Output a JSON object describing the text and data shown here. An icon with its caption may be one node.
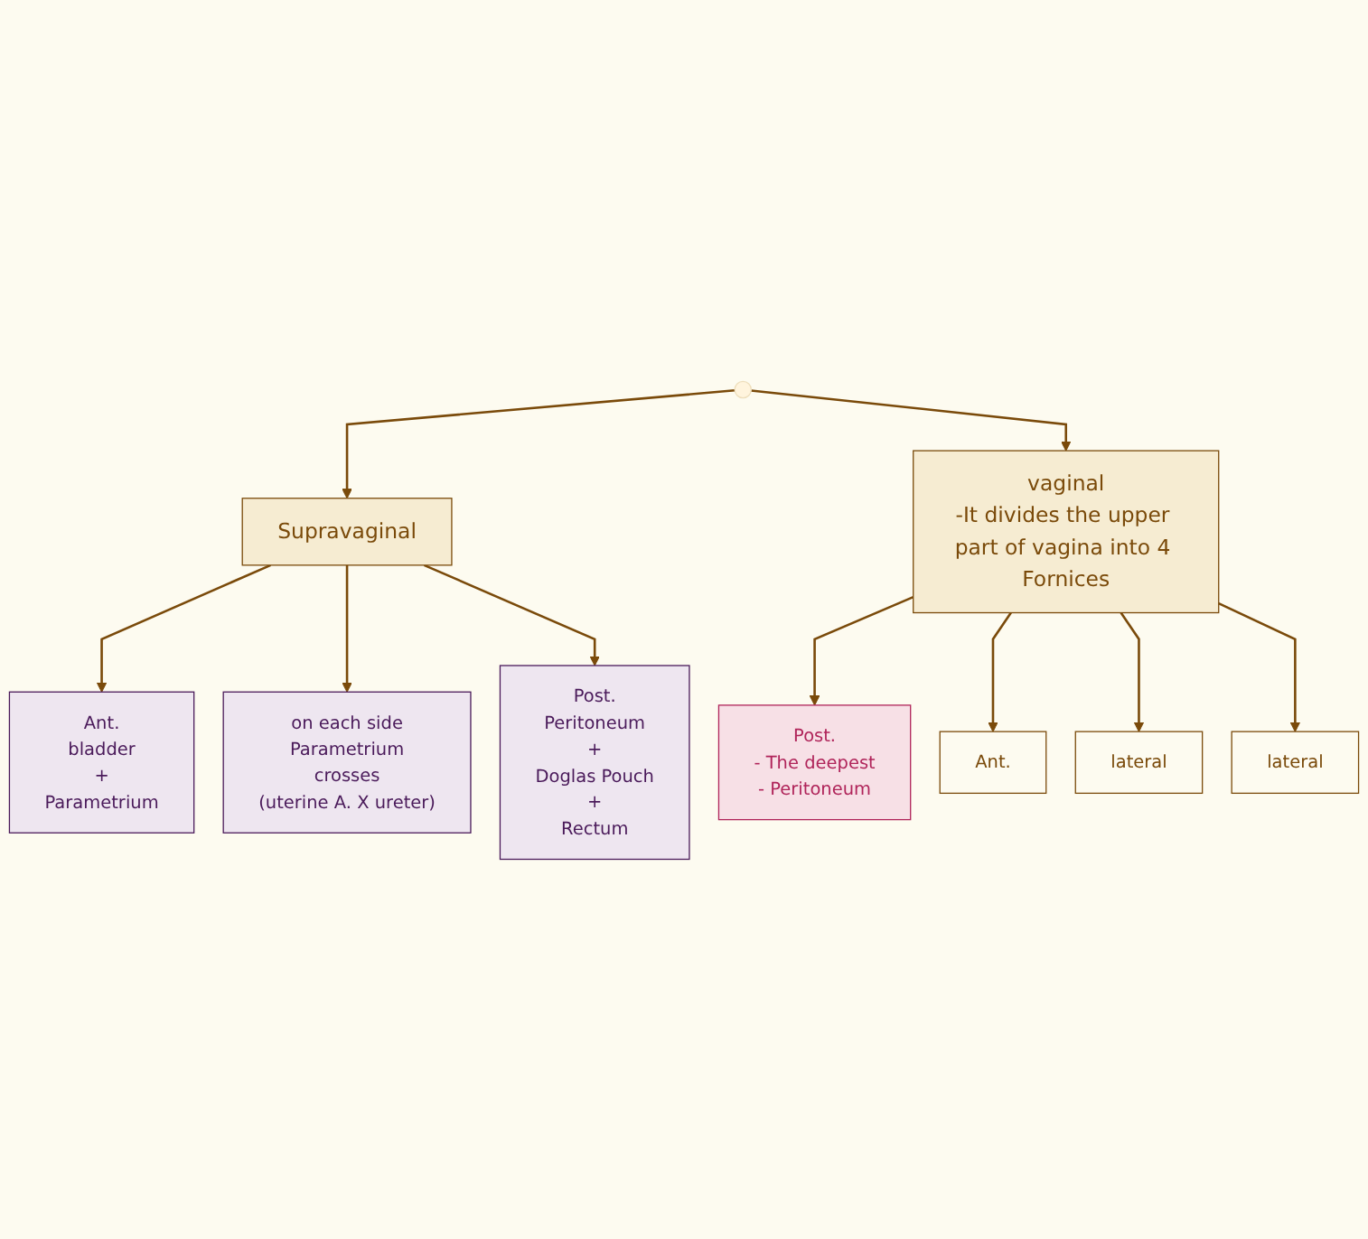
{
  "diagram": {
    "nodes": [
      {
        "text": [
          "Supravaginal"
        ]
      },
      {
        "text": [
          "vaginal",
          "-It divides the upper part of vagina into 4 Fornices"
        ]
      },
      {
        "text": [
          "Ant.",
          "bladder",
          "+",
          "Parametrium"
        ]
      },
      {
        "text": [
          "on each side",
          "Parametrium",
          "crosses",
          "(uterine A. X ureter)"
        ]
      },
      {
        "text": [
          "Post.",
          "Peritoneum",
          "+",
          "Doglas Pouch",
          "+",
          "Rectum"
        ]
      },
      {
        "text": [
          "Post.",
          "- The deepest",
          "- Peritoneum"
        ]
      },
      {
        "text": [
          "Ant."
        ]
      },
      {
        "text": [
          "lateral"
        ]
      },
      {
        "text": [
          "lateral"
        ]
      }
    ],
    "edges": [
      {
        "from": null,
        "to": 0,
        "arrow": "to"
      },
      {
        "from": null,
        "to": 1,
        "arrow": "to"
      },
      {
        "from": 0,
        "to": 2,
        "arrow": "to"
      },
      {
        "from": 0,
        "to": 3,
        "arrow": "to"
      },
      {
        "from": 0,
        "to": 4,
        "arrow": "to"
      },
      {
        "from": 1,
        "to": 5,
        "arrow": "to"
      },
      {
        "from": 1,
        "to": 6,
        "arrow": "to"
      },
      {
        "from": 1,
        "to": 7,
        "arrow": "to"
      },
      {
        "from": 1,
        "to": 8,
        "arrow": "to"
      }
    ]
  }
}
